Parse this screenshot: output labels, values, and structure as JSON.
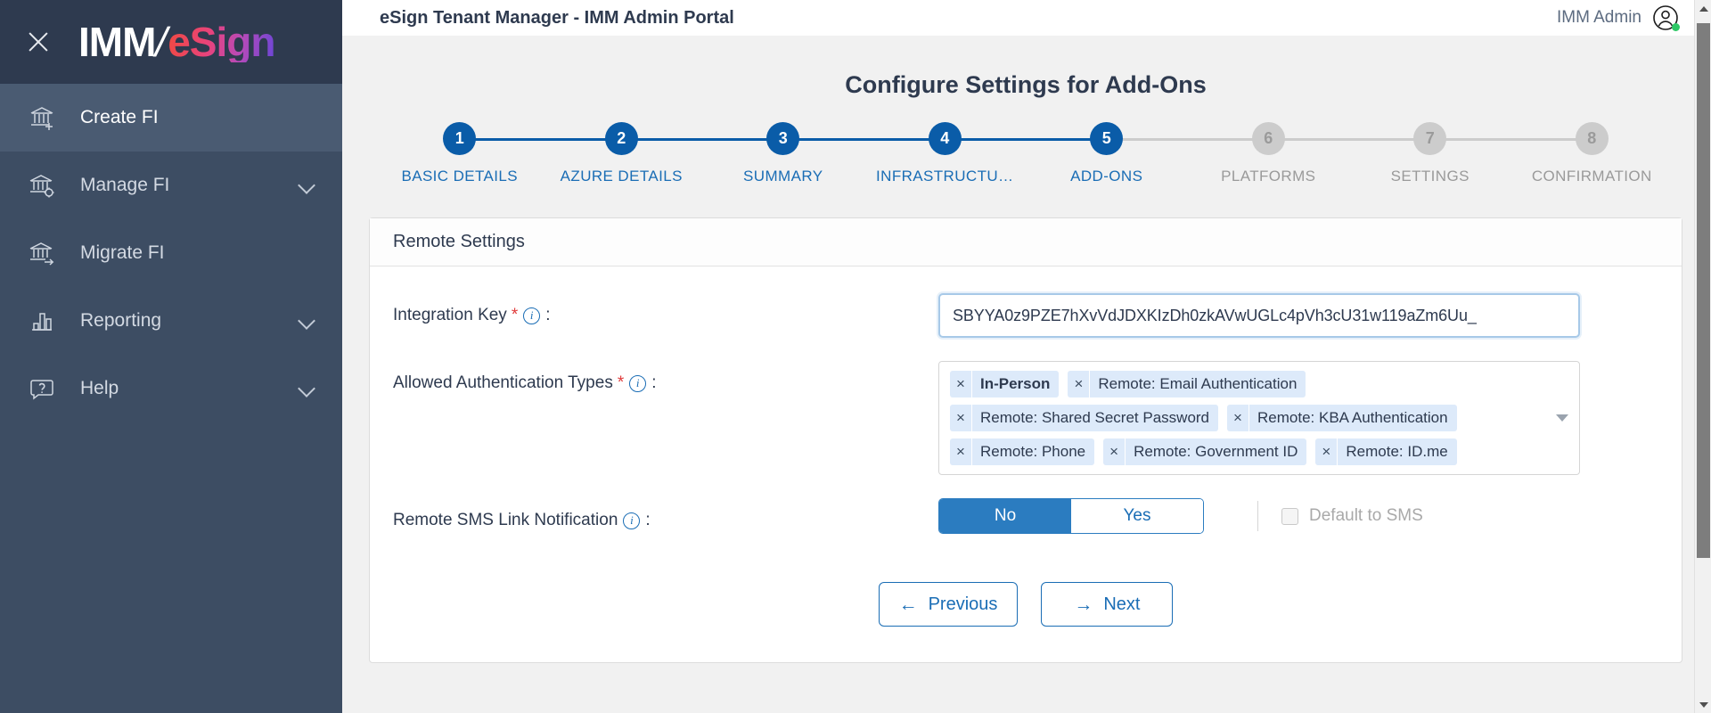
{
  "sidebar": {
    "close_icon": "close-icon",
    "logo": {
      "part1": "IMM",
      "slash": "/",
      "part2": "eSign"
    },
    "items": [
      {
        "label": "Create FI",
        "icon": "bank-plus-icon",
        "active": true,
        "expandable": false
      },
      {
        "label": "Manage FI",
        "icon": "bank-gear-icon",
        "active": false,
        "expandable": true
      },
      {
        "label": "Migrate FI",
        "icon": "bank-arrow-icon",
        "active": false,
        "expandable": false
      },
      {
        "label": "Reporting",
        "icon": "bar-chart-icon",
        "active": false,
        "expandable": true
      },
      {
        "label": "Help",
        "icon": "question-bubble-icon",
        "active": false,
        "expandable": true
      }
    ]
  },
  "topbar": {
    "title": "eSign Tenant Manager - IMM Admin Portal",
    "user_name": "IMM Admin",
    "avatar_icon": "user-avatar-icon",
    "status_color": "#2ec866"
  },
  "page": {
    "title": "Configure Settings for Add-Ons"
  },
  "stepper": {
    "active_step": 5,
    "steps": [
      {
        "number": "1",
        "label": "BASIC DETAILS",
        "state": "done"
      },
      {
        "number": "2",
        "label": "AZURE DETAILS",
        "state": "done"
      },
      {
        "number": "3",
        "label": "SUMMARY",
        "state": "done"
      },
      {
        "number": "4",
        "label": "INFRASTRUCTU…",
        "state": "done"
      },
      {
        "number": "5",
        "label": "ADD-ONS",
        "state": "done"
      },
      {
        "number": "6",
        "label": "PLATFORMS",
        "state": "todo"
      },
      {
        "number": "7",
        "label": "SETTINGS",
        "state": "todo"
      },
      {
        "number": "8",
        "label": "CONFIRMATION",
        "state": "todo"
      }
    ],
    "active_color": "#0a5ca8",
    "inactive_color": "#cccccc"
  },
  "card": {
    "header": "Remote Settings",
    "integration_key": {
      "label": "Integration Key",
      "required_mark": "*",
      "info_icon": "info-icon",
      "colon": ":",
      "value": "SBYYA0z9PZE7hXvVdJDXKIzDh0zkAVwUGLc4pVh3cU31w119aZm6Uu_"
    },
    "auth_types": {
      "label": "Allowed Authentication Types",
      "required_mark": "*",
      "info_icon": "info-icon",
      "colon": ":",
      "caret_icon": "chevron-down-icon",
      "remove_icon": "×",
      "chips": [
        {
          "label": "In-Person",
          "bold": true
        },
        {
          "label": "Remote: Email Authentication",
          "bold": false
        },
        {
          "label": "Remote: Shared Secret Password",
          "bold": false
        },
        {
          "label": "Remote: KBA Authentication",
          "bold": false
        },
        {
          "label": "Remote: Phone",
          "bold": false
        },
        {
          "label": "Remote: Government ID",
          "bold": false
        },
        {
          "label": "Remote: ID.me",
          "bold": false
        }
      ]
    },
    "sms": {
      "label": "Remote SMS Link Notification",
      "info_icon": "info-icon",
      "colon": ":",
      "option_no": "No",
      "option_yes": "Yes",
      "selected": "No",
      "checkbox_label": "Default to SMS",
      "checkbox_checked": false,
      "checkbox_disabled": true
    }
  },
  "actions": {
    "previous": {
      "label": "Previous",
      "arrow": "←"
    },
    "next": {
      "label": "Next",
      "arrow": "→"
    }
  }
}
